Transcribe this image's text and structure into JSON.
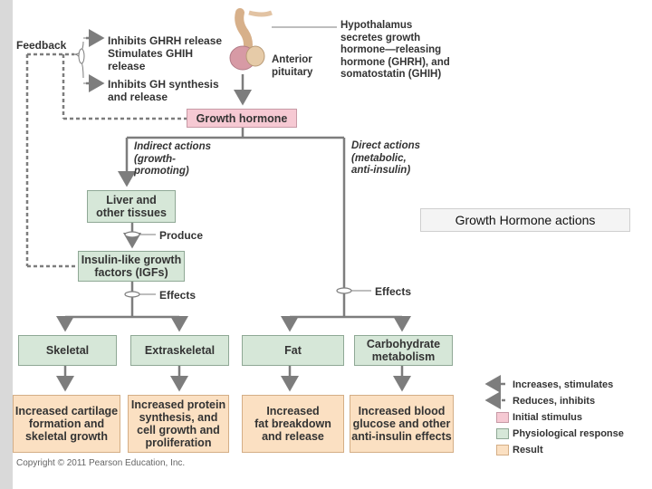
{
  "diagram": {
    "top_right_text": "Hypothalamus\nsecretes growth\nhormone—releasing\nhormone (GHRH), and\nsomatostatin (GHIH)",
    "pituitary_label": "Anterior\npituitary",
    "feedback_label": "Feedback",
    "feedback_item_1": "Inhibits GHRH release\nStimulates GHIH\nrelease",
    "feedback_item_2": "Inhibits GH synthesis\nand release",
    "growth_hormone": "Growth hormone",
    "indirect_actions": "Indirect actions\n(growth-\npromoting)",
    "direct_actions": "Direct actions\n(metabolic,\nanti-insulin)",
    "liver": "Liver and\nother tissues",
    "produce": "Produce",
    "igf": "Insulin-like growth\nfactors (IGFs)",
    "effects_left": "Effects",
    "effects_right": "Effects",
    "targets": [
      "Skeletal",
      "Extraskeletal",
      "Fat",
      "Carbohydrate\nmetabolism"
    ],
    "results": [
      "Increased cartilage\nformation and\nskeletal growth",
      "Increased protein\nsynthesis, and\ncell growth and\nproliferation",
      "Increased\nfat breakdown\nand release",
      "Increased blood\nglucose and other\nanti-insulin effects"
    ],
    "overlay_title": "Growth Hormone actions",
    "copyright": "Copyright © 2011 Pearson Education, Inc."
  },
  "legend": {
    "increases": "Increases, stimulates",
    "reduces": "Reduces, inhibits",
    "initial": "Initial stimulus",
    "physiological": "Physiological response",
    "result": "Result"
  },
  "colors": {
    "initial_stimulus": "#f6c9d3",
    "physiological_response": "#d6e7d8",
    "result": "#fbe0c2",
    "arrow": "#7d7d7d"
  }
}
